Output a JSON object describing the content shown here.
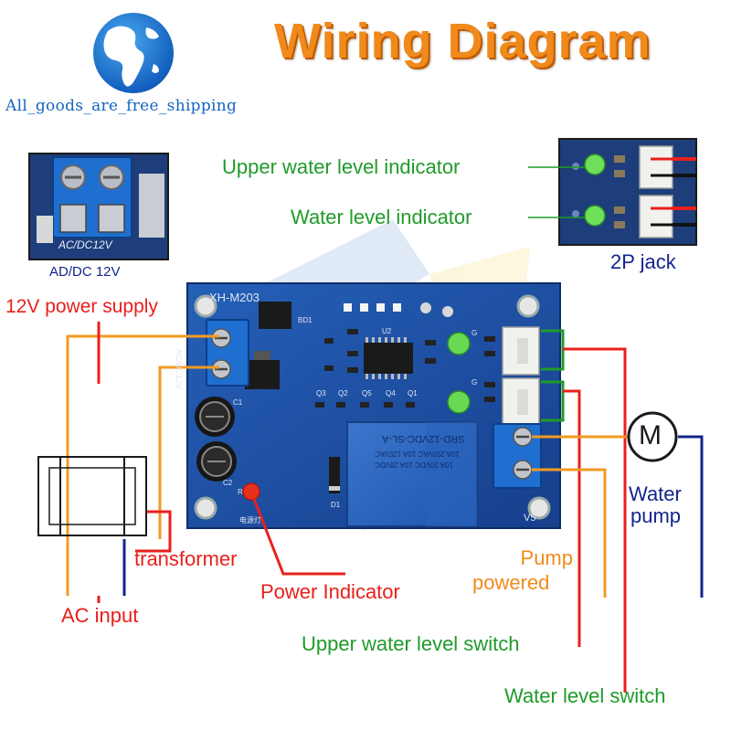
{
  "title": "Wiring Diagram",
  "brand": "All_goods_are_free_shipping",
  "inset_power": {
    "caption": "AD/DC 12V",
    "silk": "AC/DC12V"
  },
  "inset_jack": {
    "caption": "2P jack"
  },
  "board": {
    "model": "XH-M203",
    "version": "V5",
    "relay_text": "SRD-12VDC-SL-A",
    "relay_specs": [
      "10A 250VAC 10A 125VAC",
      "10A 30VDC 10A 28VDC"
    ],
    "silk_left": "AC/DC12V",
    "silk_bd1": "BD1",
    "silk_u2": "U2",
    "silk_c1": "C1",
    "silk_c2": "C2",
    "silk_r": "R",
    "silk_d1": "D1",
    "silk_q3": "Q3",
    "silk_q2": "Q2",
    "silk_q5": "Q5",
    "silk_q4": "Q4",
    "silk_q1": "Q1",
    "silk_g1": "G",
    "silk_g2": "G",
    "silk_led_cn": "电源灯"
  },
  "labels": {
    "upper_indicator": "Upper water level indicator",
    "water_indicator": "Water level indicator",
    "power_supply": "12V power supply",
    "transformer": "transformer",
    "ac_input": "AC input",
    "power_indicator": "Power Indicator",
    "pump_powered": [
      "Pump",
      "powered"
    ],
    "upper_switch": "Upper water level switch",
    "water_switch": "Water level switch",
    "water_pump": [
      "Water",
      "pump"
    ],
    "motor": "M"
  },
  "colors": {
    "title": "#f08a1c",
    "green": "#1f9b2a",
    "red": "#e8201c",
    "orange": "#f08a1c",
    "navy": "#13258c",
    "board": "#1b4fa3",
    "terminal": "#1e6fd0"
  }
}
